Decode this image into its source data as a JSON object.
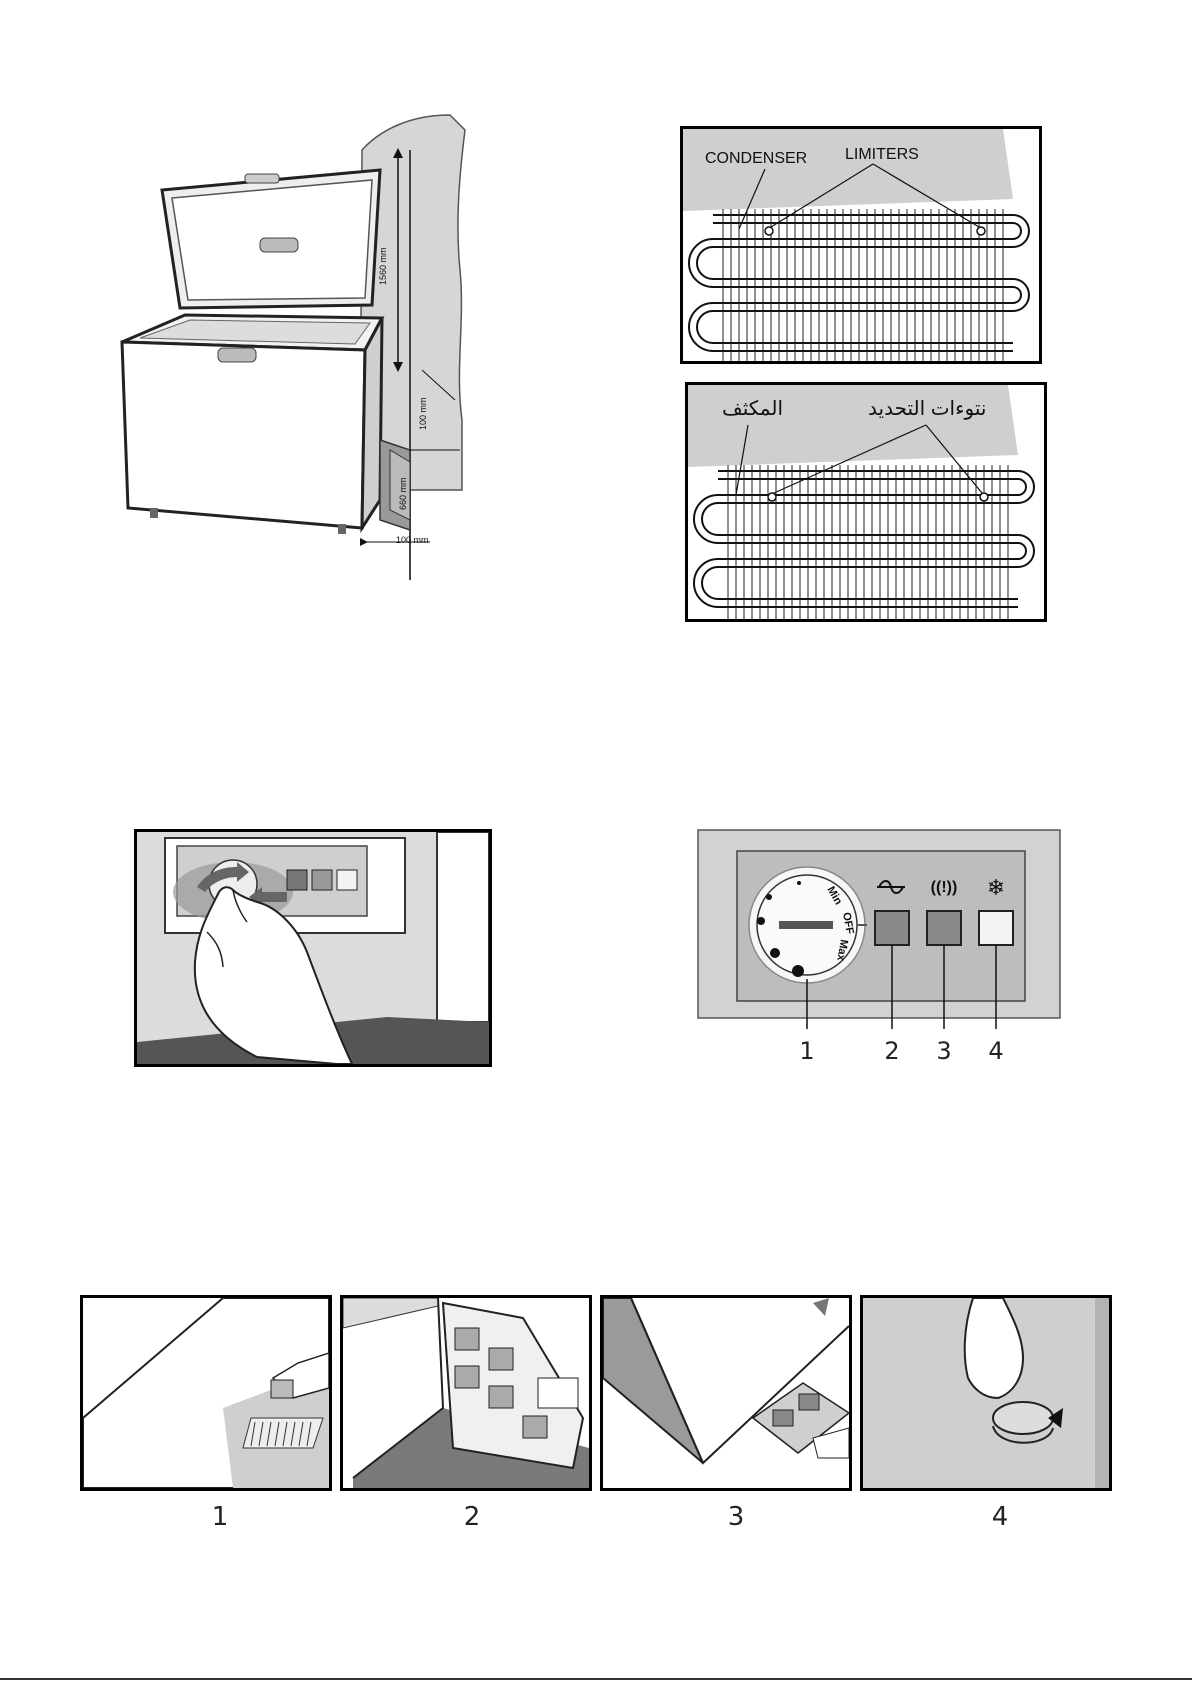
{
  "figure1": {
    "dim_height": "1560 mm",
    "dim_top_clearance": "100 mm",
    "dim_side": "660 mm",
    "dim_bottom": "100 mm"
  },
  "figure2": {
    "en": {
      "condenser": "CONDENSER",
      "limiters": "LIMITERS"
    },
    "ar": {
      "condenser": "المكثف",
      "limiters": "نتوءات التحديد"
    }
  },
  "control_panel": {
    "dial_labels": [
      "Min",
      "OFF",
      "Max"
    ],
    "callouts": [
      "1",
      "2",
      "3",
      "4"
    ],
    "icons": [
      "power-wave-icon",
      "alarm-icon",
      "snowflake-icon"
    ]
  },
  "defrost_steps": {
    "captions": [
      "1",
      "2",
      "3",
      "4"
    ]
  }
}
